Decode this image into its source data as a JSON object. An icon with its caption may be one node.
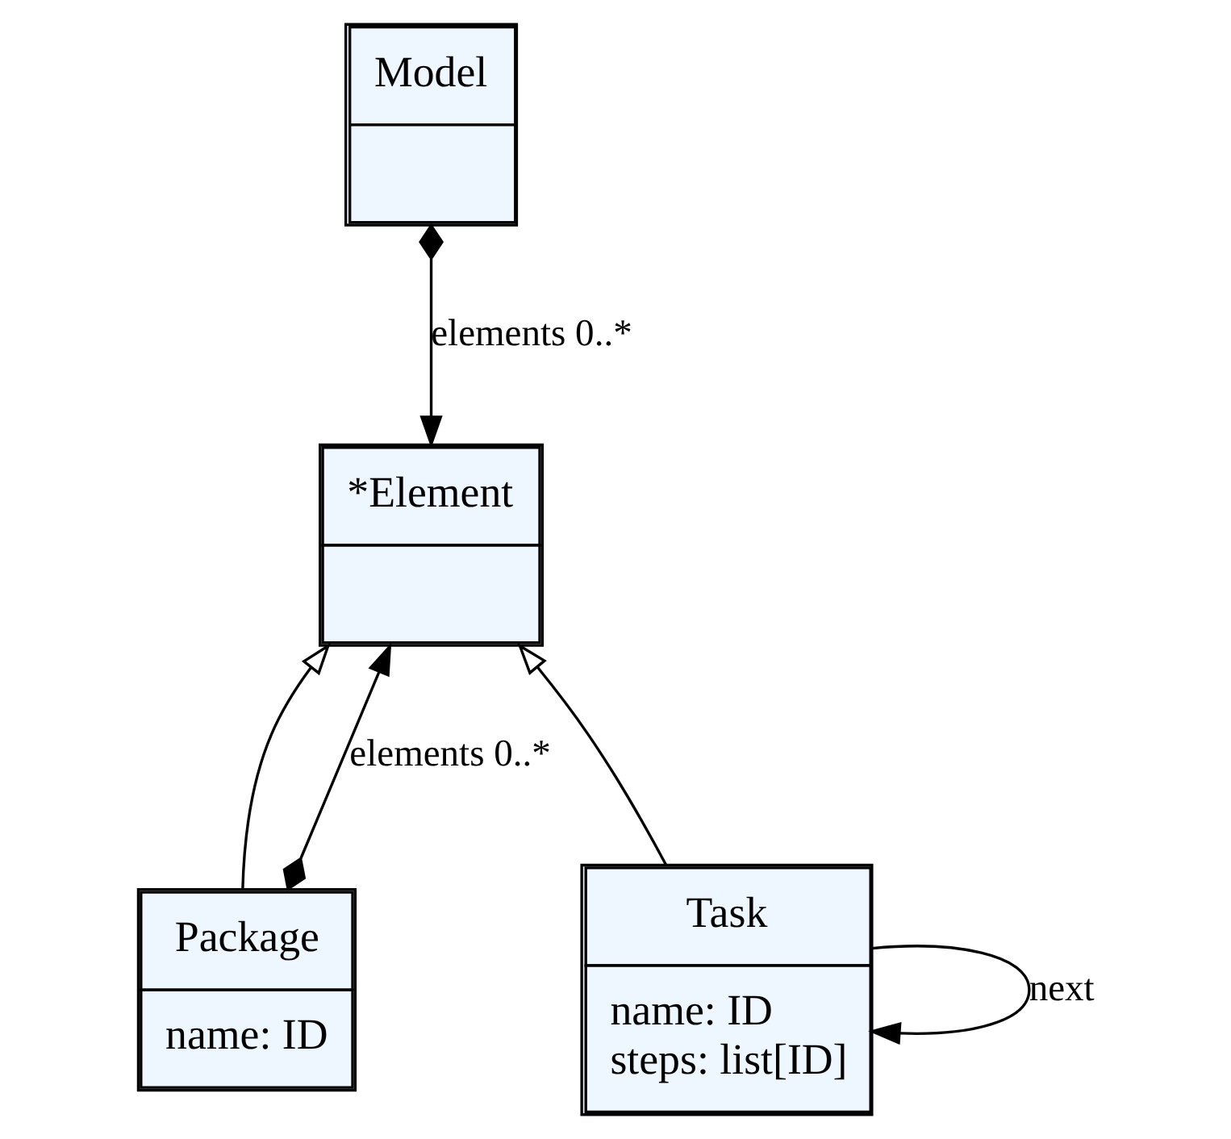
{
  "diagram": {
    "nodes": [
      {
        "text": [
          "Model"
        ]
      },
      {
        "text": [
          "*Element"
        ]
      },
      {
        "text": [
          "Package",
          "name: ID"
        ]
      },
      {
        "text": [
          "Task",
          "name: ID",
          "steps: list[ID]"
        ]
      }
    ],
    "edges": [
      {
        "from": 0,
        "to": 1,
        "arrow": "to",
        "label": "elements 0..*"
      },
      {
        "from": 2,
        "to": 1,
        "arrow": "to"
      },
      {
        "from": 2,
        "to": 1,
        "arrow": "to",
        "label": "elements 0..*"
      },
      {
        "from": 3,
        "to": 1,
        "arrow": "to"
      },
      {
        "from": 3,
        "to": 3,
        "arrow": "to",
        "label": "next"
      }
    ]
  }
}
